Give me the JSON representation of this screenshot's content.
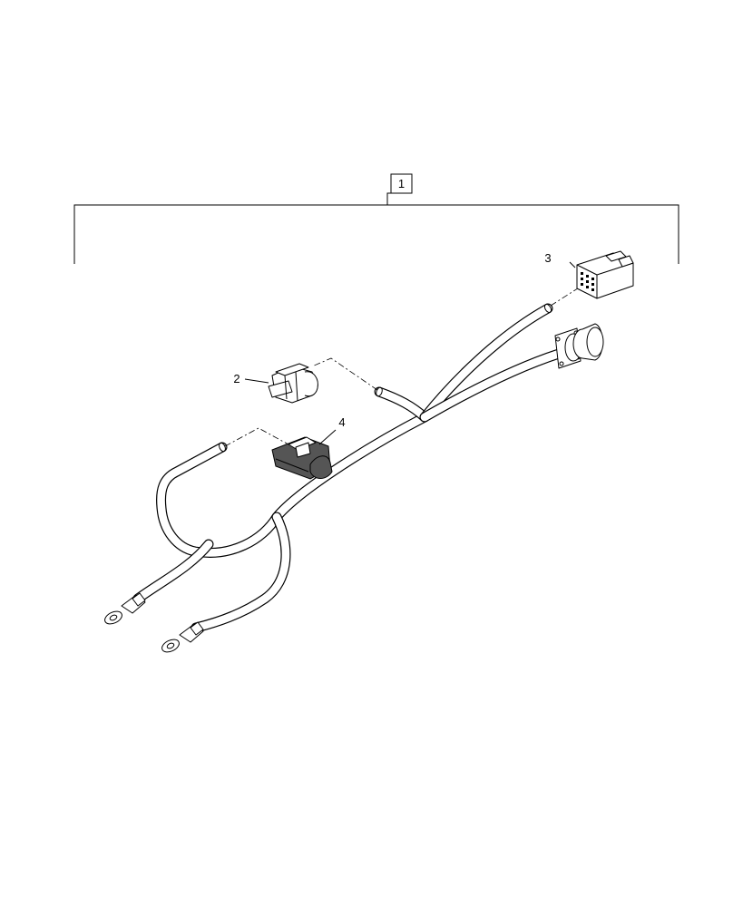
{
  "callouts": {
    "assembly": "1",
    "part_2": "2",
    "part_3": "3",
    "part_4": "4"
  },
  "icons": [
    "wire-harness-assembly",
    "connector-2",
    "connector-3",
    "connector-4",
    "round-bulkhead-connector",
    "ring-terminal"
  ]
}
